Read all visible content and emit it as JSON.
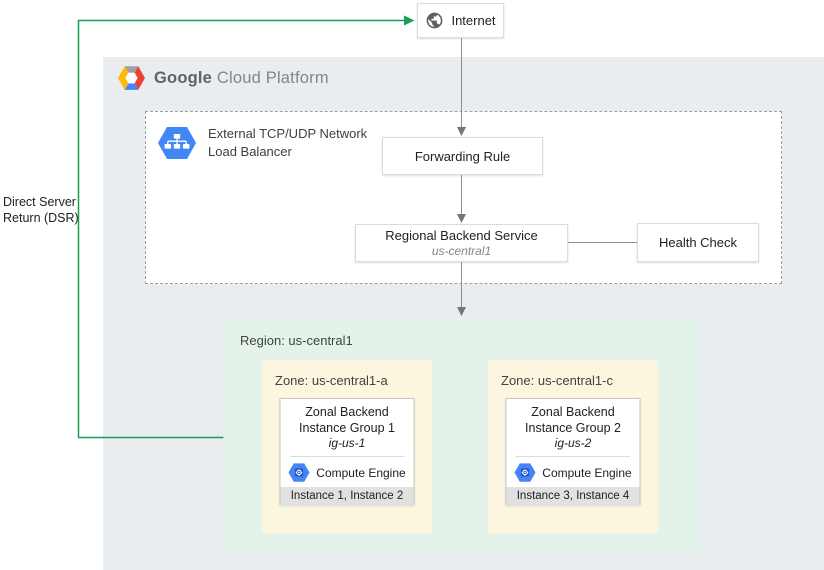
{
  "header": {
    "brand_primary": "Google",
    "brand_secondary": "Cloud Platform"
  },
  "internet": {
    "label": "Internet"
  },
  "load_balancer": {
    "label_line1": "External TCP/UDP Network",
    "label_line2": "Load Balancer"
  },
  "nodes": {
    "forwarding_rule": "Forwarding Rule",
    "backend_service_title": "Regional Backend Service",
    "backend_service_subtitle": "us-central1",
    "health_check": "Health Check"
  },
  "dsr": {
    "label_line1": "Direct Server",
    "label_line2": "Return (DSR)"
  },
  "region": {
    "label": "Region: us-central1",
    "zones": [
      {
        "label": "Zone: us-central1-a",
        "group_line1": "Zonal Backend",
        "group_line2": "Instance Group 1",
        "group_id": "ig-us-1",
        "engine_label": "Compute Engine",
        "instances": "Instance 1, Instance 2"
      },
      {
        "label": "Zone: us-central1-c",
        "group_line1": "Zonal Backend",
        "group_line2": "Instance Group 2",
        "group_id": "ig-us-2",
        "engine_label": "Compute Engine",
        "instances": "Instance 3, Instance 4"
      }
    ]
  },
  "colors": {
    "dsr_line": "#1a9e55",
    "connector_gray": "#8f8f8f",
    "region_fill": "#e4f3ea",
    "zone_fill": "#fdf6de",
    "panel_fill": "#e9edef",
    "icon_blue": "#4285f4"
  }
}
